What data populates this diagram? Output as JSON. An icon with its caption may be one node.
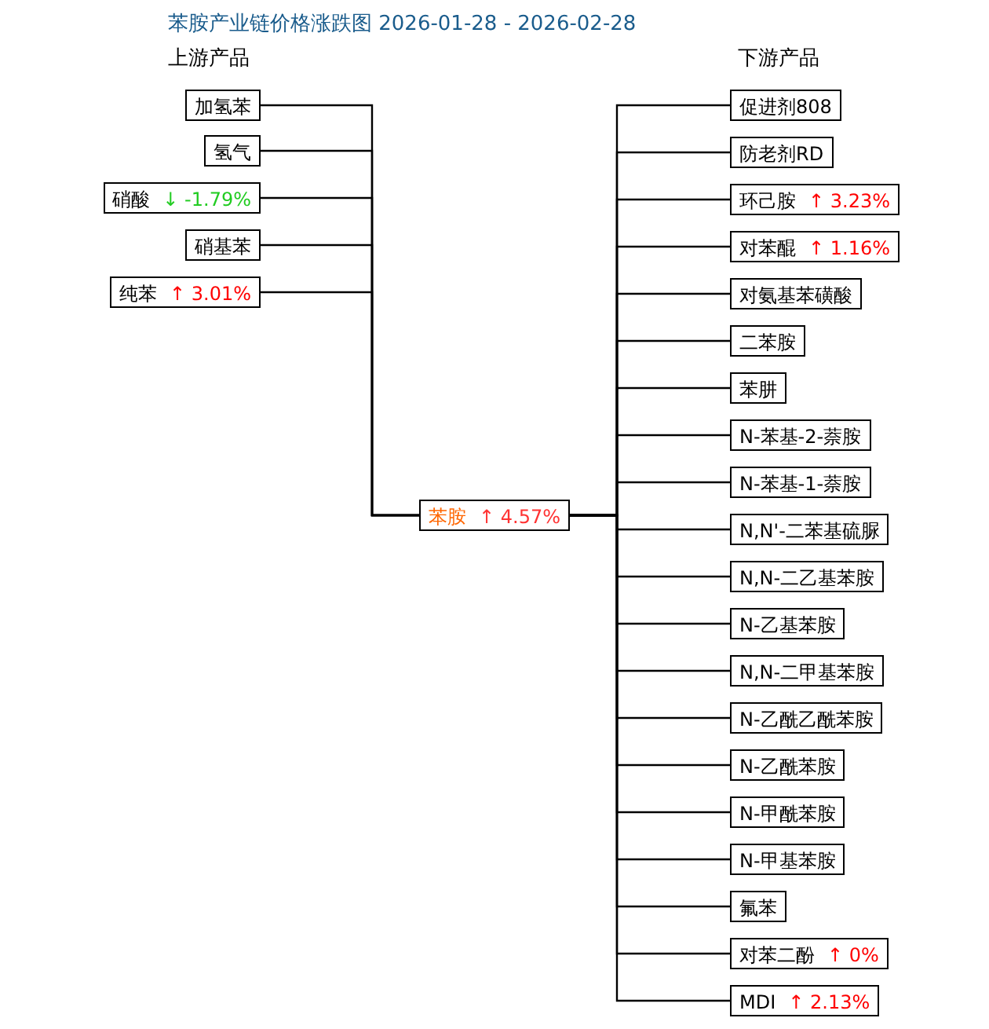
{
  "diagram": {
    "title": "苯胺产业链价格涨跌图 2026-01-28 - 2026-02-28",
    "nodes": [
      {
        "text": [
          "加氢苯"
        ]
      },
      {
        "text": [
          "氢气"
        ]
      },
      {
        "text": [
          "硝酸",
          "↓ -1.79%"
        ]
      },
      {
        "text": [
          "硝基苯"
        ]
      },
      {
        "text": [
          "纯苯",
          "↑ 3.01%"
        ]
      },
      {
        "text": [
          "苯胺",
          "↑ 4.57%"
        ]
      },
      {
        "text": [
          "促进剂808"
        ]
      },
      {
        "text": [
          "防老剂RD"
        ]
      },
      {
        "text": [
          "环己胺",
          "↑ 3.23%"
        ]
      },
      {
        "text": [
          "对苯醌",
          "↑ 1.16%"
        ]
      },
      {
        "text": [
          "对氨基苯磺酸"
        ]
      },
      {
        "text": [
          "二苯胺"
        ]
      },
      {
        "text": [
          "苯肼"
        ]
      },
      {
        "text": [
          "N-苯基-2-萘胺"
        ]
      },
      {
        "text": [
          "N-苯基-1-萘胺"
        ]
      },
      {
        "text": [
          "N,N'-二苯基硫脲"
        ]
      },
      {
        "text": [
          "N,N-二乙基苯胺"
        ]
      },
      {
        "text": [
          "N-乙基苯胺"
        ]
      },
      {
        "text": [
          "N,N-二甲基苯胺"
        ]
      },
      {
        "text": [
          "N-乙酰乙酰苯胺"
        ]
      },
      {
        "text": [
          "N-乙酰苯胺"
        ]
      },
      {
        "text": [
          "N-甲酰苯胺"
        ]
      },
      {
        "text": [
          "N-甲基苯胺"
        ]
      },
      {
        "text": [
          "氟苯"
        ]
      },
      {
        "text": [
          "对苯二酚",
          "↑ 0%"
        ]
      },
      {
        "text": [
          "MDI",
          "↑ 2.13%"
        ]
      }
    ],
    "edges": [
      {
        "from": 0,
        "to": 5,
        "arrow": "none"
      },
      {
        "from": 1,
        "to": 5,
        "arrow": "none"
      },
      {
        "from": 2,
        "to": 5,
        "arrow": "none"
      },
      {
        "from": 3,
        "to": 5,
        "arrow": "none"
      },
      {
        "from": 4,
        "to": 5,
        "arrow": "none"
      },
      {
        "from": 5,
        "to": 6,
        "arrow": "none"
      },
      {
        "from": 5,
        "to": 7,
        "arrow": "none"
      },
      {
        "from": 5,
        "to": 8,
        "arrow": "none"
      },
      {
        "from": 5,
        "to": 9,
        "arrow": "none"
      },
      {
        "from": 5,
        "to": 10,
        "arrow": "none"
      },
      {
        "from": 5,
        "to": 11,
        "arrow": "none"
      },
      {
        "from": 5,
        "to": 12,
        "arrow": "none"
      },
      {
        "from": 5,
        "to": 13,
        "arrow": "none"
      },
      {
        "from": 5,
        "to": 14,
        "arrow": "none"
      },
      {
        "from": 5,
        "to": 15,
        "arrow": "none"
      },
      {
        "from": 5,
        "to": 16,
        "arrow": "none"
      },
      {
        "from": 5,
        "to": 17,
        "arrow": "none"
      },
      {
        "from": 5,
        "to": 18,
        "arrow": "none"
      },
      {
        "from": 5,
        "to": 19,
        "arrow": "none"
      },
      {
        "from": 5,
        "to": 20,
        "arrow": "none"
      },
      {
        "from": 5,
        "to": 21,
        "arrow": "none"
      },
      {
        "from": 5,
        "to": 22,
        "arrow": "none"
      },
      {
        "from": 5,
        "to": 23,
        "arrow": "none"
      },
      {
        "from": 5,
        "to": 24,
        "arrow": "none"
      },
      {
        "from": 5,
        "to": 25,
        "arrow": "none"
      }
    ],
    "labels": [
      "上游产品",
      "下游产品"
    ]
  }
}
